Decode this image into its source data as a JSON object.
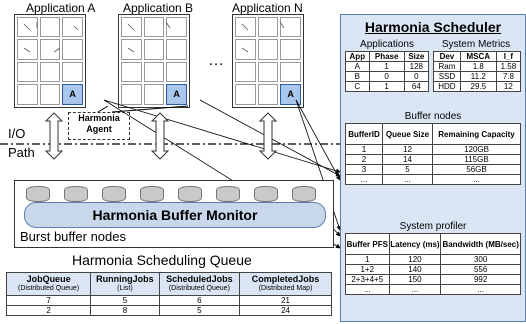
{
  "applications": [
    {
      "title": "Application A",
      "badge": "A"
    },
    {
      "title": "Application B",
      "badge": "A"
    },
    {
      "title": "Application N",
      "badge": "A"
    }
  ],
  "ellipsis": "…",
  "agent_label": "Harmonia\nAgent",
  "io_path_label_1": "I/O",
  "io_path_label_2": "Path",
  "buffer_monitor_title": "Harmonia Buffer Monitor",
  "burst_buffer_label": "Burst buffer nodes",
  "scheduling_queue": {
    "title": "Harmonia Scheduling Queue",
    "columns": [
      {
        "name": "JobQueue",
        "sub": "(Distributed Queue)"
      },
      {
        "name": "RunningJobs",
        "sub": "(List)"
      },
      {
        "name": "ScheduledJobs",
        "sub": "(Distributed Queue)"
      },
      {
        "name": "CompletedJobs",
        "sub": "(Distributed Map)"
      }
    ],
    "rows": [
      [
        "7",
        "5",
        "6",
        "21"
      ],
      [
        "2",
        "8",
        "5",
        "24"
      ]
    ]
  },
  "scheduler": {
    "title": "Harmonia Scheduler",
    "applications": {
      "title": "Applications",
      "headers": [
        "App",
        "Phase",
        "Size"
      ],
      "rows": [
        [
          "A",
          "1",
          "128"
        ],
        [
          "B",
          "0",
          "0"
        ],
        [
          "C",
          "1",
          "64"
        ]
      ]
    },
    "system_metrics": {
      "title": "System Metrics",
      "headers": [
        "Dev",
        "MSCA",
        "I_f"
      ],
      "rows": [
        [
          "Ram",
          "1.8",
          "1.58"
        ],
        [
          "SSD",
          "11.2",
          "7.8"
        ],
        [
          "HDD",
          "29.5",
          "12"
        ]
      ]
    },
    "buffer_nodes": {
      "title": "Buffer nodes",
      "headers": [
        "BufferID",
        "Queue Size",
        "Remaining Capacity"
      ],
      "rows": [
        [
          "1",
          "12",
          "120GB"
        ],
        [
          "2",
          "14",
          "115GB"
        ],
        [
          "3",
          "5",
          "56GB"
        ],
        [
          "...",
          "...",
          "..."
        ]
      ]
    },
    "system_profiler": {
      "title": "System profiler",
      "headers": [
        "Buffer PFS",
        "Latency (ms)",
        "Bandwidth (MB/sec)"
      ],
      "rows": [
        [
          "1",
          "120",
          "300"
        ],
        [
          "1+2",
          "140",
          "556"
        ],
        [
          "2+3+4+5",
          "150",
          "992"
        ],
        [
          "...",
          "...",
          "..."
        ]
      ]
    }
  }
}
